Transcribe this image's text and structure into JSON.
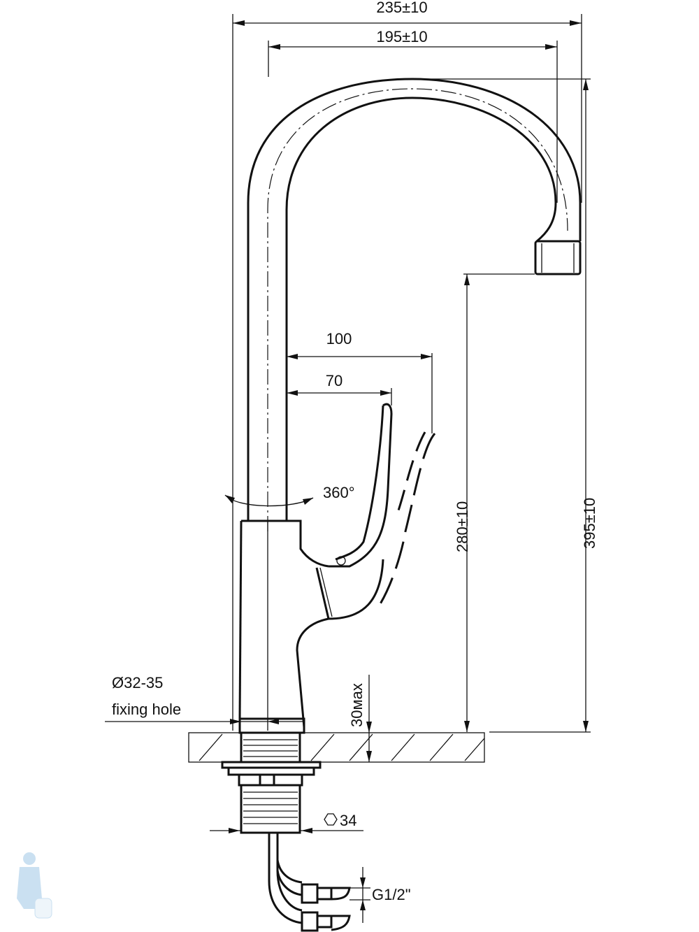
{
  "drawing": {
    "dimensions": {
      "overall_reach": "235±10",
      "spout_reach": "195±10",
      "lever_reach_max": "100",
      "lever_reach": "70",
      "rotation": "360°",
      "spout_height": "280±10",
      "total_height": "395±10",
      "counter_thickness": "30мах",
      "hex_nut": "34",
      "connection": "G1/2\""
    },
    "hole_label": {
      "line1": "Ø32-35",
      "line2": "fixing hole"
    }
  }
}
